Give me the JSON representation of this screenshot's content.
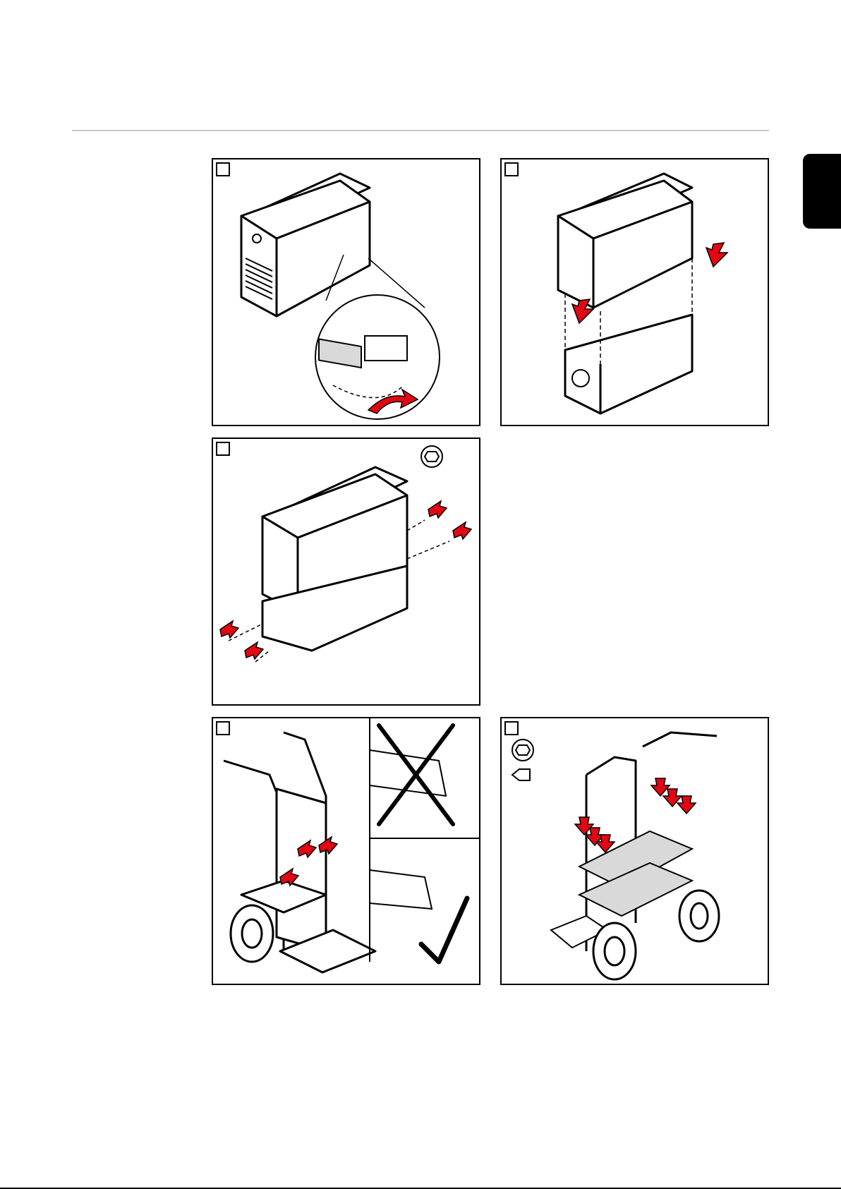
{
  "page": {
    "number": "",
    "section_tab_label": ""
  },
  "steps": [
    {
      "id": 1,
      "number_label": ""
    },
    {
      "id": 2,
      "number_label": ""
    },
    {
      "id": 3,
      "number_label": ""
    },
    {
      "id": 4,
      "number_label": ""
    },
    {
      "id": 5,
      "number_label": ""
    }
  ],
  "icons": {
    "screw_tool": "torx-screwdriver-icon",
    "wrong": "cross-mark-icon",
    "correct": "check-mark-icon",
    "direction": "red-arrow-icon"
  },
  "colors": {
    "arrow": "#e30613",
    "line": "#000000",
    "shade": "#d9d9d9",
    "rule": "#c8c8c8"
  }
}
